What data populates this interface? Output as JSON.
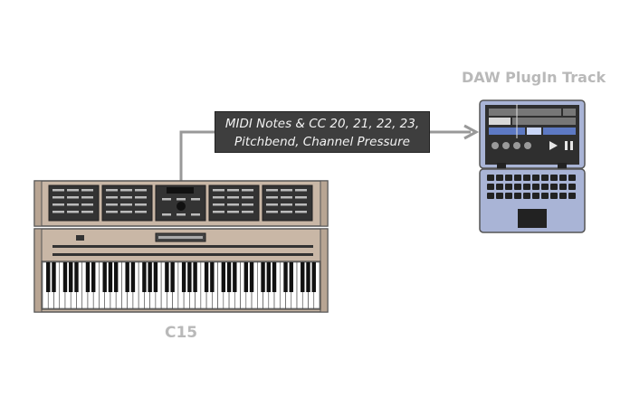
{
  "synth": {
    "name": "C15"
  },
  "connection": {
    "line1": "MIDI Notes & CC 20, 21, 22, 23,",
    "line2": "Pitchbend, Channel Pressure"
  },
  "daw": {
    "title": "DAW PlugIn Track"
  },
  "colors": {
    "synth_wood": "#c9b7a6",
    "panel_dark": "#333333",
    "connector": "#999999",
    "laptop_body": "#a9b4d6",
    "laptop_screen": "#2f2f2f",
    "track_blue": "#5d79c3",
    "label_gray": "#b9b9b9"
  }
}
